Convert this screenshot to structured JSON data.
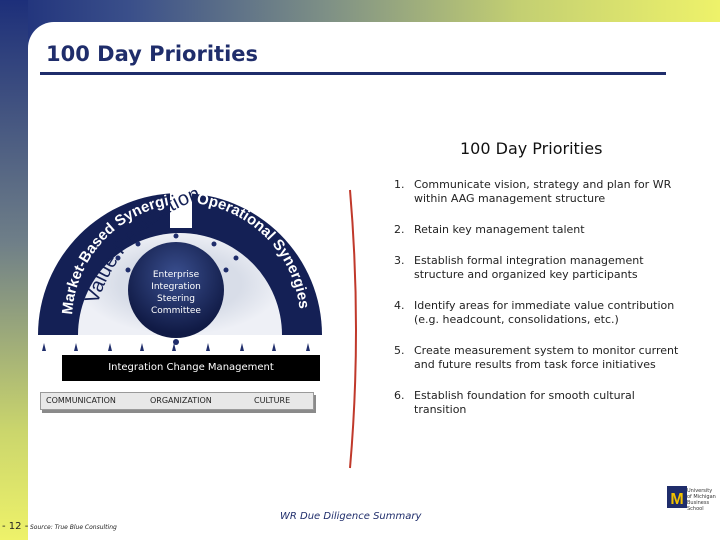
{
  "slide_title": "100 Day Priorities",
  "right_title": "100 Day Priorities",
  "arc_labels": {
    "outer": "Value Realization",
    "left": "Market-Based Synergies",
    "right": "Operational Synergies"
  },
  "center_lines": [
    "Enterprise",
    "Integration",
    "Steering",
    "Committee"
  ],
  "integration_band": "Integration Change Management",
  "footer_labels": [
    "COMMUNICATION",
    "ORGANIZATION",
    "CULTURE"
  ],
  "priorities": [
    {
      "num": "1.",
      "text": "Communicate vision, strategy and plan for WR within AAG management structure"
    },
    {
      "num": "2.",
      "text": "Retain key management talent"
    },
    {
      "num": "3.",
      "text": "Establish formal integration management structure and organized key participants"
    },
    {
      "num": "4.",
      "text": "Identify areas for immediate value contribution (e.g. headcount, consolidations, etc.)"
    },
    {
      "num": "5.",
      "text": "Create measurement system to monitor current and future results from task force initiatives"
    },
    {
      "num": "6.",
      "text": "Establish foundation for smooth cultural transition"
    }
  ],
  "footer": {
    "summary": "WR Due Diligence Summary",
    "page": "- 12 -",
    "source": "Source: True Blue Consulting"
  },
  "logo": {
    "letter": "M",
    "lines": [
      "University",
      "of Michigan",
      "Business",
      "School"
    ]
  },
  "colors": {
    "navy": "#1f2d6b",
    "arc_dark": "#142055",
    "arrow_red": "#c0392b"
  }
}
